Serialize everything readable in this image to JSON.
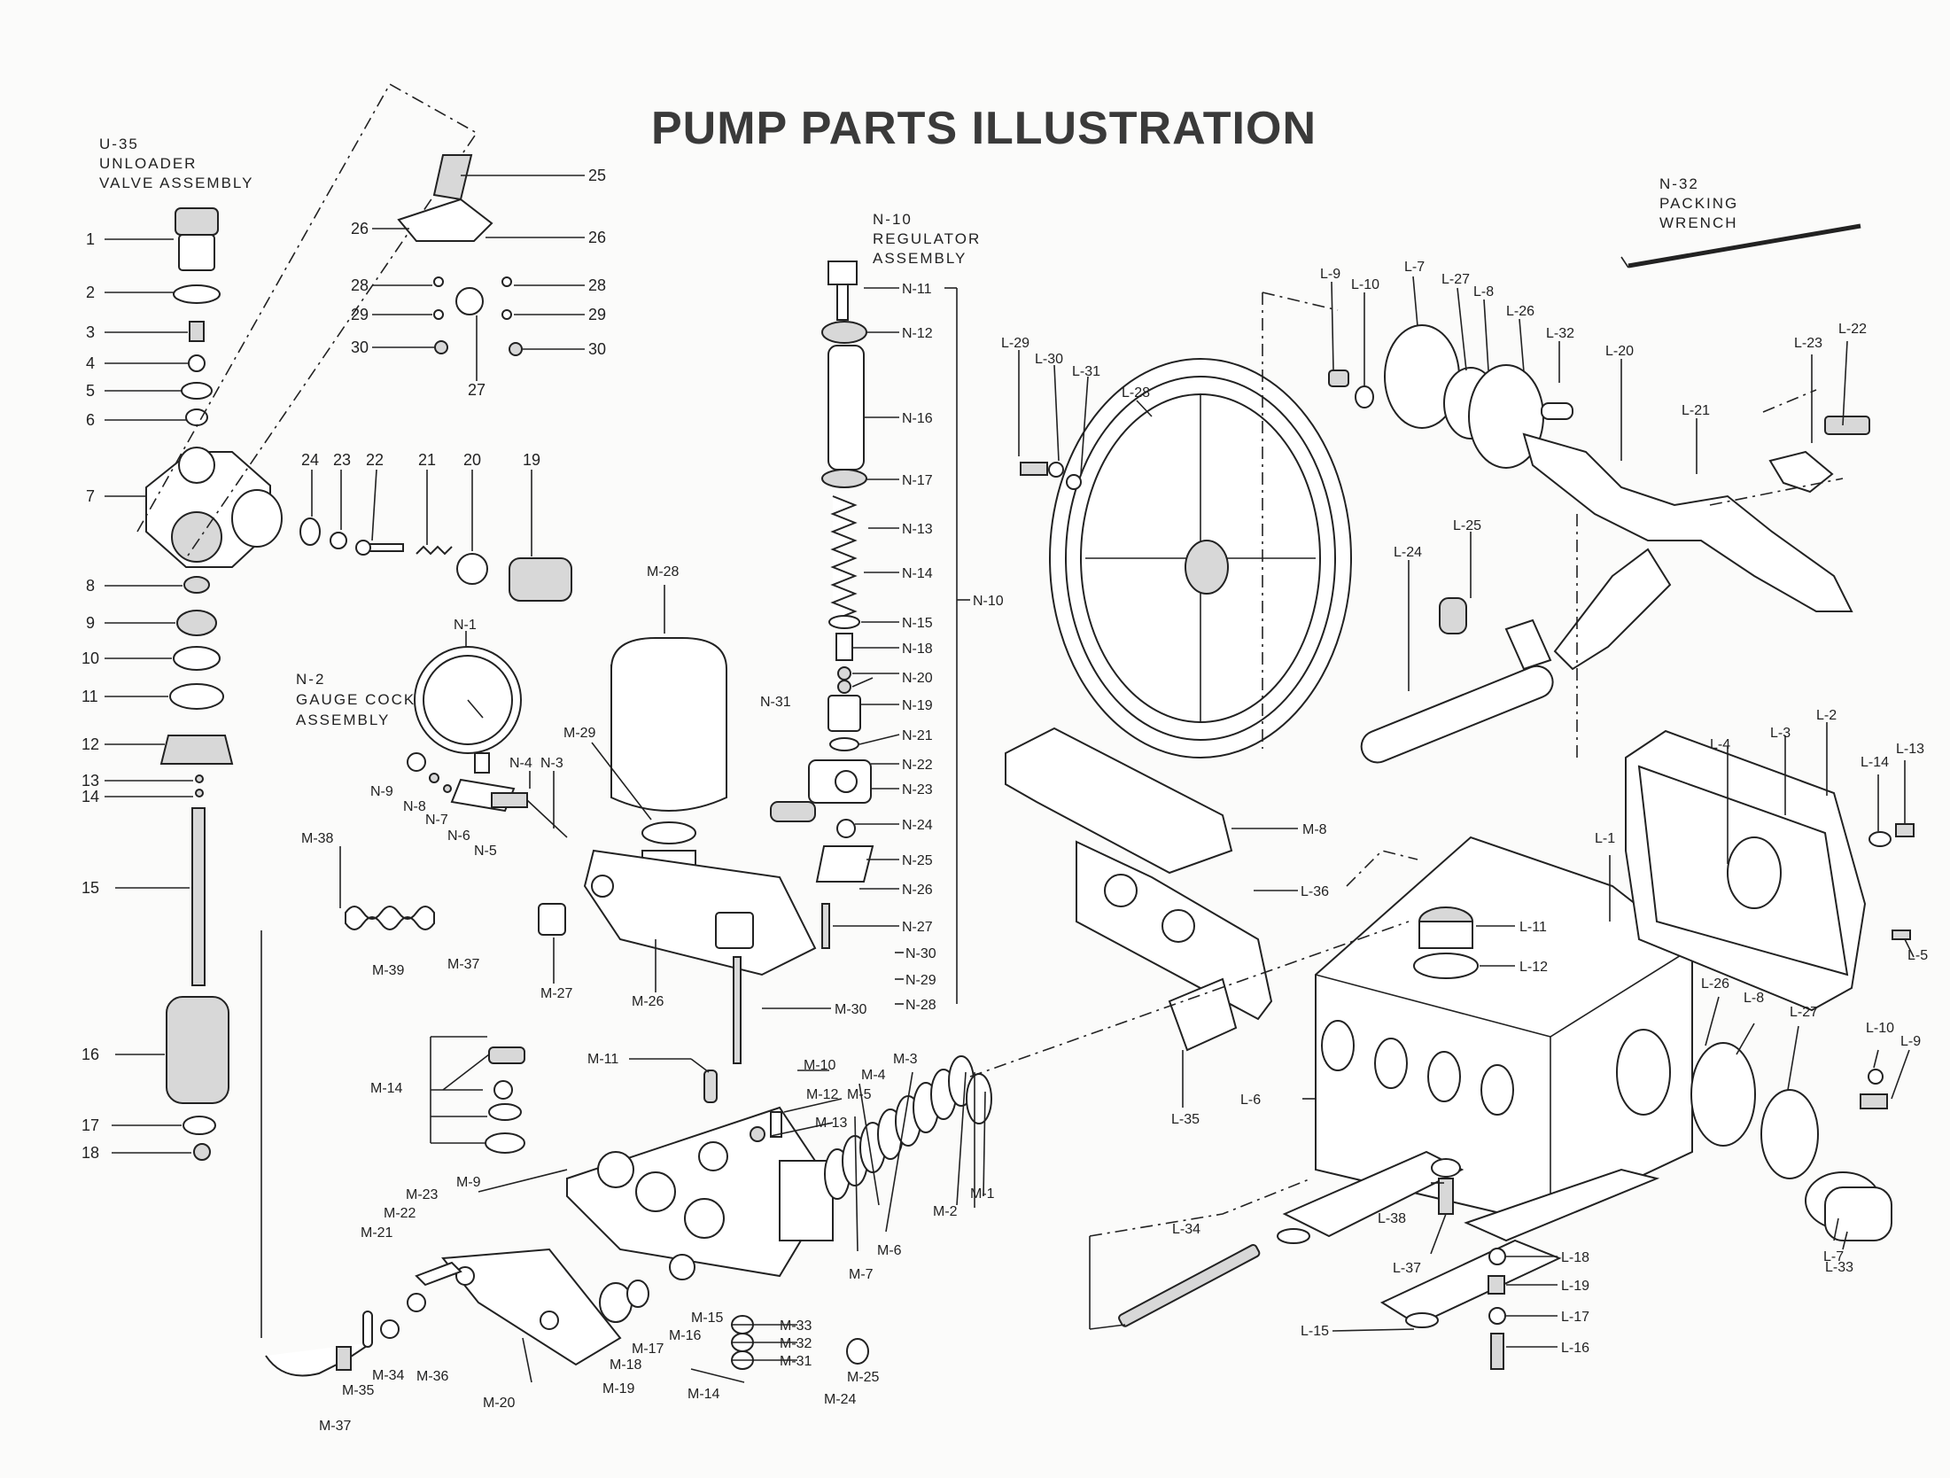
{
  "title": "PUMP PARTS ILLUSTRATION",
  "assemblies": {
    "unloader": {
      "code": "U-35",
      "line1": "UNLOADER",
      "line2": "VALVE ASSEMBLY"
    },
    "gauge_cock": {
      "code": "N-2",
      "line1": "GAUGE COCK",
      "line2": "ASSEMBLY"
    },
    "regulator": {
      "code": "N-10",
      "line1": "REGULATOR",
      "line2": "ASSEMBLY"
    },
    "wrench": {
      "code": "N-32",
      "line1": "PACKING",
      "line2": "WRENCH"
    }
  },
  "callouts": {
    "c1": "1",
    "c2": "2",
    "c3": "3",
    "c4": "4",
    "c5": "5",
    "c6": "6",
    "c7": "7",
    "c8": "8",
    "c9": "9",
    "c10": "10",
    "c11": "11",
    "c12": "12",
    "c13": "13",
    "c14": "14",
    "c15": "15",
    "c16": "16",
    "c17": "17",
    "c18": "18",
    "c19": "19",
    "c20": "20",
    "c21": "21",
    "c22": "22",
    "c23": "23",
    "c24": "24",
    "c25": "25",
    "c26": "26",
    "c27": "27",
    "c28": "28",
    "c29": "29",
    "c30": "30",
    "n1": "N-1",
    "n3": "N-3",
    "n4": "N-4",
    "n5": "N-5",
    "n6": "N-6",
    "n7": "N-7",
    "n8": "N-8",
    "n9": "N-9",
    "n10": "N-10",
    "n11": "N-11",
    "n12": "N-12",
    "n13": "N-13",
    "n14": "N-14",
    "n15": "N-15",
    "n16": "N-16",
    "n17": "N-17",
    "n18": "N-18",
    "n19": "N-19",
    "n20": "N-20",
    "n21": "N-21",
    "n22": "N-22",
    "n23": "N-23",
    "n24": "N-24",
    "n25": "N-25",
    "n26": "N-26",
    "n27": "N-27",
    "n28": "N-28",
    "n29": "N-29",
    "n30": "N-30",
    "n31": "N-31",
    "m1": "M-1",
    "m2": "M-2",
    "m3": "M-3",
    "m4": "M-4",
    "m5": "M-5",
    "m6": "M-6",
    "m7": "M-7",
    "m8": "M-8",
    "m9": "M-9",
    "m10": "M-10",
    "m11": "M-11",
    "m12": "M-12",
    "m13": "M-13",
    "m14": "M-14",
    "m15": "M-15",
    "m16": "M-16",
    "m17": "M-17",
    "m18": "M-18",
    "m19": "M-19",
    "m20": "M-20",
    "m21": "M-21",
    "m22": "M-22",
    "m23": "M-23",
    "m24": "M-24",
    "m25": "M-25",
    "m26": "M-26",
    "m27": "M-27",
    "m28": "M-28",
    "m29": "M-29",
    "m30": "M-30",
    "m31": "M-31",
    "m32": "M-32",
    "m33": "M-33",
    "m34": "M-34",
    "m35": "M-35",
    "m36": "M-36",
    "m37": "M-37",
    "m38": "M-38",
    "m39": "M-39",
    "l1": "L-1",
    "l2": "L-2",
    "l3": "L-3",
    "l4": "L-4",
    "l5": "L-5",
    "l6": "L-6",
    "l7": "L-7",
    "l8": "L-8",
    "l9": "L-9",
    "l10": "L-10",
    "l11": "L-11",
    "l12": "L-12",
    "l13": "L-13",
    "l14": "L-14",
    "l15": "L-15",
    "l16": "L-16",
    "l17": "L-17",
    "l18": "L-18",
    "l19": "L-19",
    "l20": "L-20",
    "l21": "L-21",
    "l22": "L-22",
    "l23": "L-23",
    "l24": "L-24",
    "l25": "L-25",
    "l26": "L-26",
    "l27": "L-27",
    "l28": "L-28",
    "l29": "L-29",
    "l30": "L-30",
    "l31": "L-31",
    "l32": "L-32",
    "l33": "L-33",
    "l34": "L-34",
    "l35": "L-35",
    "l36": "L-36",
    "l37": "L-37",
    "l38": "L-38"
  }
}
